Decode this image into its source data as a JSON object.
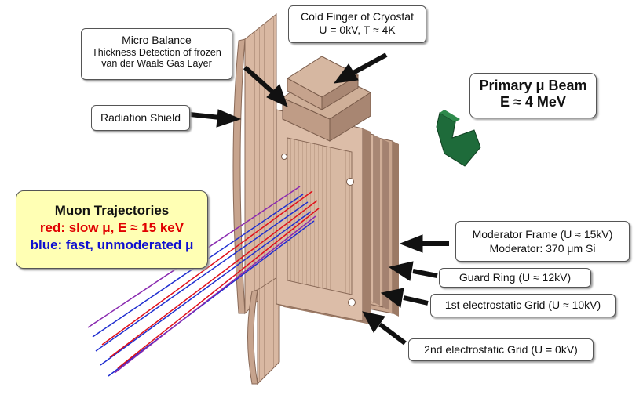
{
  "labels": {
    "cold_finger": {
      "line1": "Cold Finger of Cryostat",
      "line2": "U = 0kV, T ≈ 4K"
    },
    "micro_balance": {
      "line1": "Micro Balance",
      "line2": "Thickness Detection of frozen",
      "line3": "van der Waals Gas Layer"
    },
    "radiation_shield": "Radiation Shield",
    "primary_beam": {
      "line1": "Primary μ Beam",
      "line2": "E ≈ 4 MeV"
    },
    "muon_trajectories": {
      "title": "Muon Trajectories",
      "red_line": "red: slow μ, E ≈ 15 keV",
      "blue_line": "blue: fast, unmoderated μ"
    },
    "moderator_frame": {
      "line1": "Moderator Frame (U ≈ 15kV)",
      "line2": "Moderator: 370 μm Si"
    },
    "guard_ring": "Guard Ring (U ≈ 12kV)",
    "grid1": "1st electrostatic Grid (U ≈ 10kV)",
    "grid2": "2nd electrostatic Grid (U = 0kV)"
  },
  "colors": {
    "copper_light": "#d9b8a2",
    "copper_mid": "#c29d86",
    "copper_dark": "#9c7a65",
    "slow_trajectory": "#e0101a",
    "fast_trajectory": "#1f2ed0",
    "trajectory_mix": "#8a2ab0",
    "muon_box_fill": "#ffffb4",
    "arrow_green": "#1e6b3a",
    "red_text": "#e00000",
    "blue_text": "#1010d0"
  },
  "icons": [
    "pointer-arrow-icon",
    "beam-direction-arrow-icon"
  ]
}
